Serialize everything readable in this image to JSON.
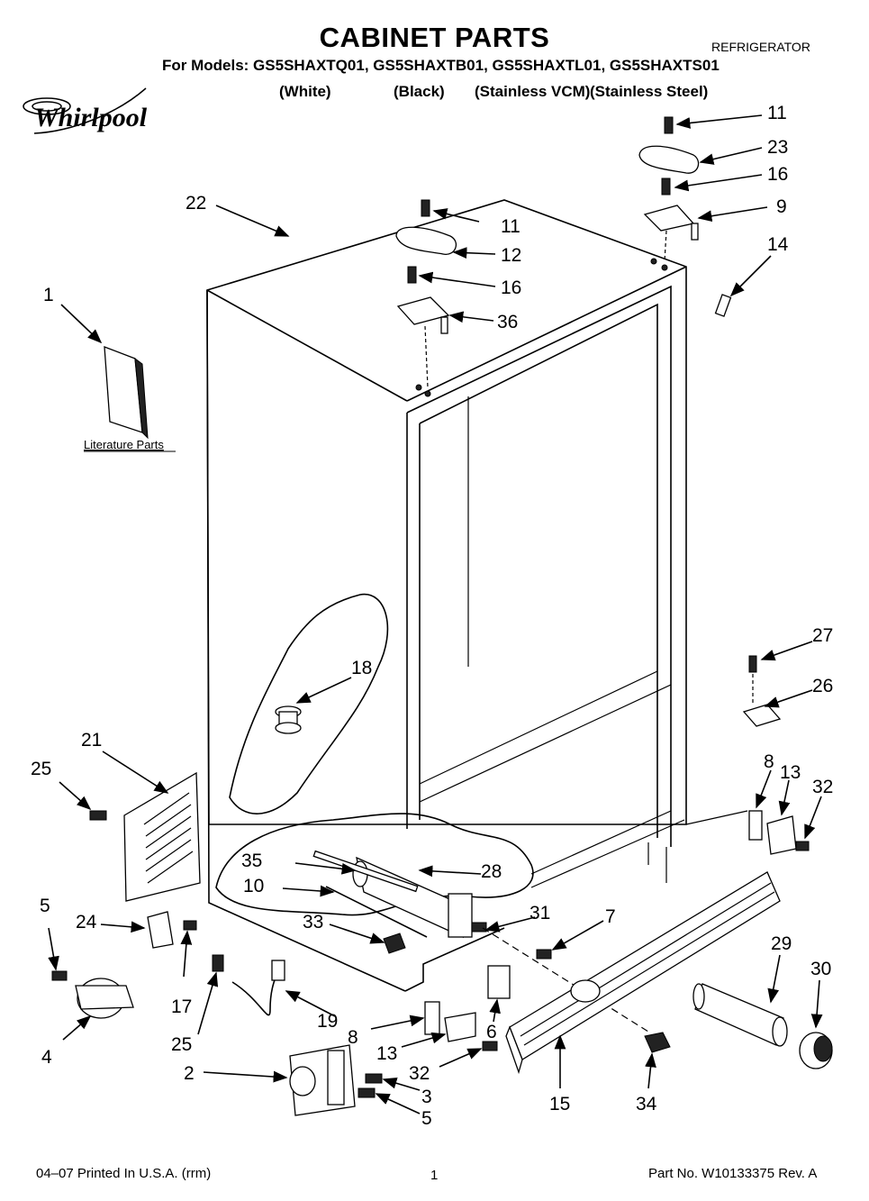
{
  "header": {
    "title": "CABINET PARTS",
    "category": "REFRIGERATOR",
    "models_line": "For Models: GS5SHAXTQ01, GS5SHAXTB01, GS5SHAXTL01, GS5SHAXTS01",
    "variants": [
      "(White)",
      "(Black)",
      "(Stainless VCM)",
      "(Stainless Steel)"
    ],
    "brand": "Whirlpool"
  },
  "diagram": {
    "literature_label": "Literature Parts",
    "callouts": {
      "c1": "1",
      "c2": "2",
      "c3": "3",
      "c4": "4",
      "c5a": "5",
      "c5b": "5",
      "c6": "6",
      "c7": "7",
      "c8a": "8",
      "c8b": "8",
      "c9": "9",
      "c10": "10",
      "c11a": "11",
      "c11b": "11",
      "c12": "12",
      "c13a": "13",
      "c13b": "13",
      "c14": "14",
      "c15": "15",
      "c16a": "16",
      "c16b": "16",
      "c17": "17",
      "c18": "18",
      "c19": "19",
      "c21": "21",
      "c22": "22",
      "c23": "23",
      "c24": "24",
      "c25a": "25",
      "c25b": "25",
      "c26": "26",
      "c27": "27",
      "c28": "28",
      "c29": "29",
      "c30": "30",
      "c31": "31",
      "c32a": "32",
      "c32b": "32",
      "c33": "33",
      "c34": "34",
      "c35": "35",
      "c36": "36"
    }
  },
  "footer": {
    "printed": "04–07 Printed In U.S.A. (rrm)",
    "page": "1",
    "part_no": "Part No. W10133375 Rev. A"
  }
}
